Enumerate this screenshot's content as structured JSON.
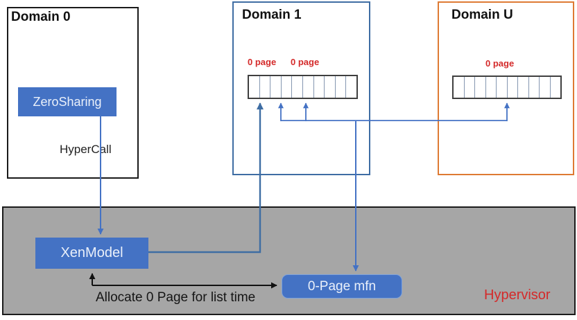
{
  "colors": {
    "accent_blue": "#4472C4",
    "steel_blue": "#3E6DA3",
    "orange_border": "#DE7A33",
    "hypervisor_gray": "#A6A6A6",
    "alert_red": "#D42A2A",
    "ink_black": "#1A1A1A"
  },
  "domain0": {
    "title": "Domain 0",
    "zerosharing_label": "ZeroSharing",
    "hypercall_label": "HyperCall"
  },
  "domain1": {
    "title": "Domain 1",
    "page_labels": [
      "0 page",
      "0 page"
    ],
    "cell_count": 10
  },
  "domainU": {
    "title": "Domain U",
    "page_label": "0 page",
    "cell_count": 10
  },
  "hypervisor": {
    "label": "Hypervisor",
    "xenmodel_label": "XenModel",
    "zero_page_mfn_label": "0-Page mfn",
    "allocate_label": "Allocate 0 Page for list time"
  }
}
